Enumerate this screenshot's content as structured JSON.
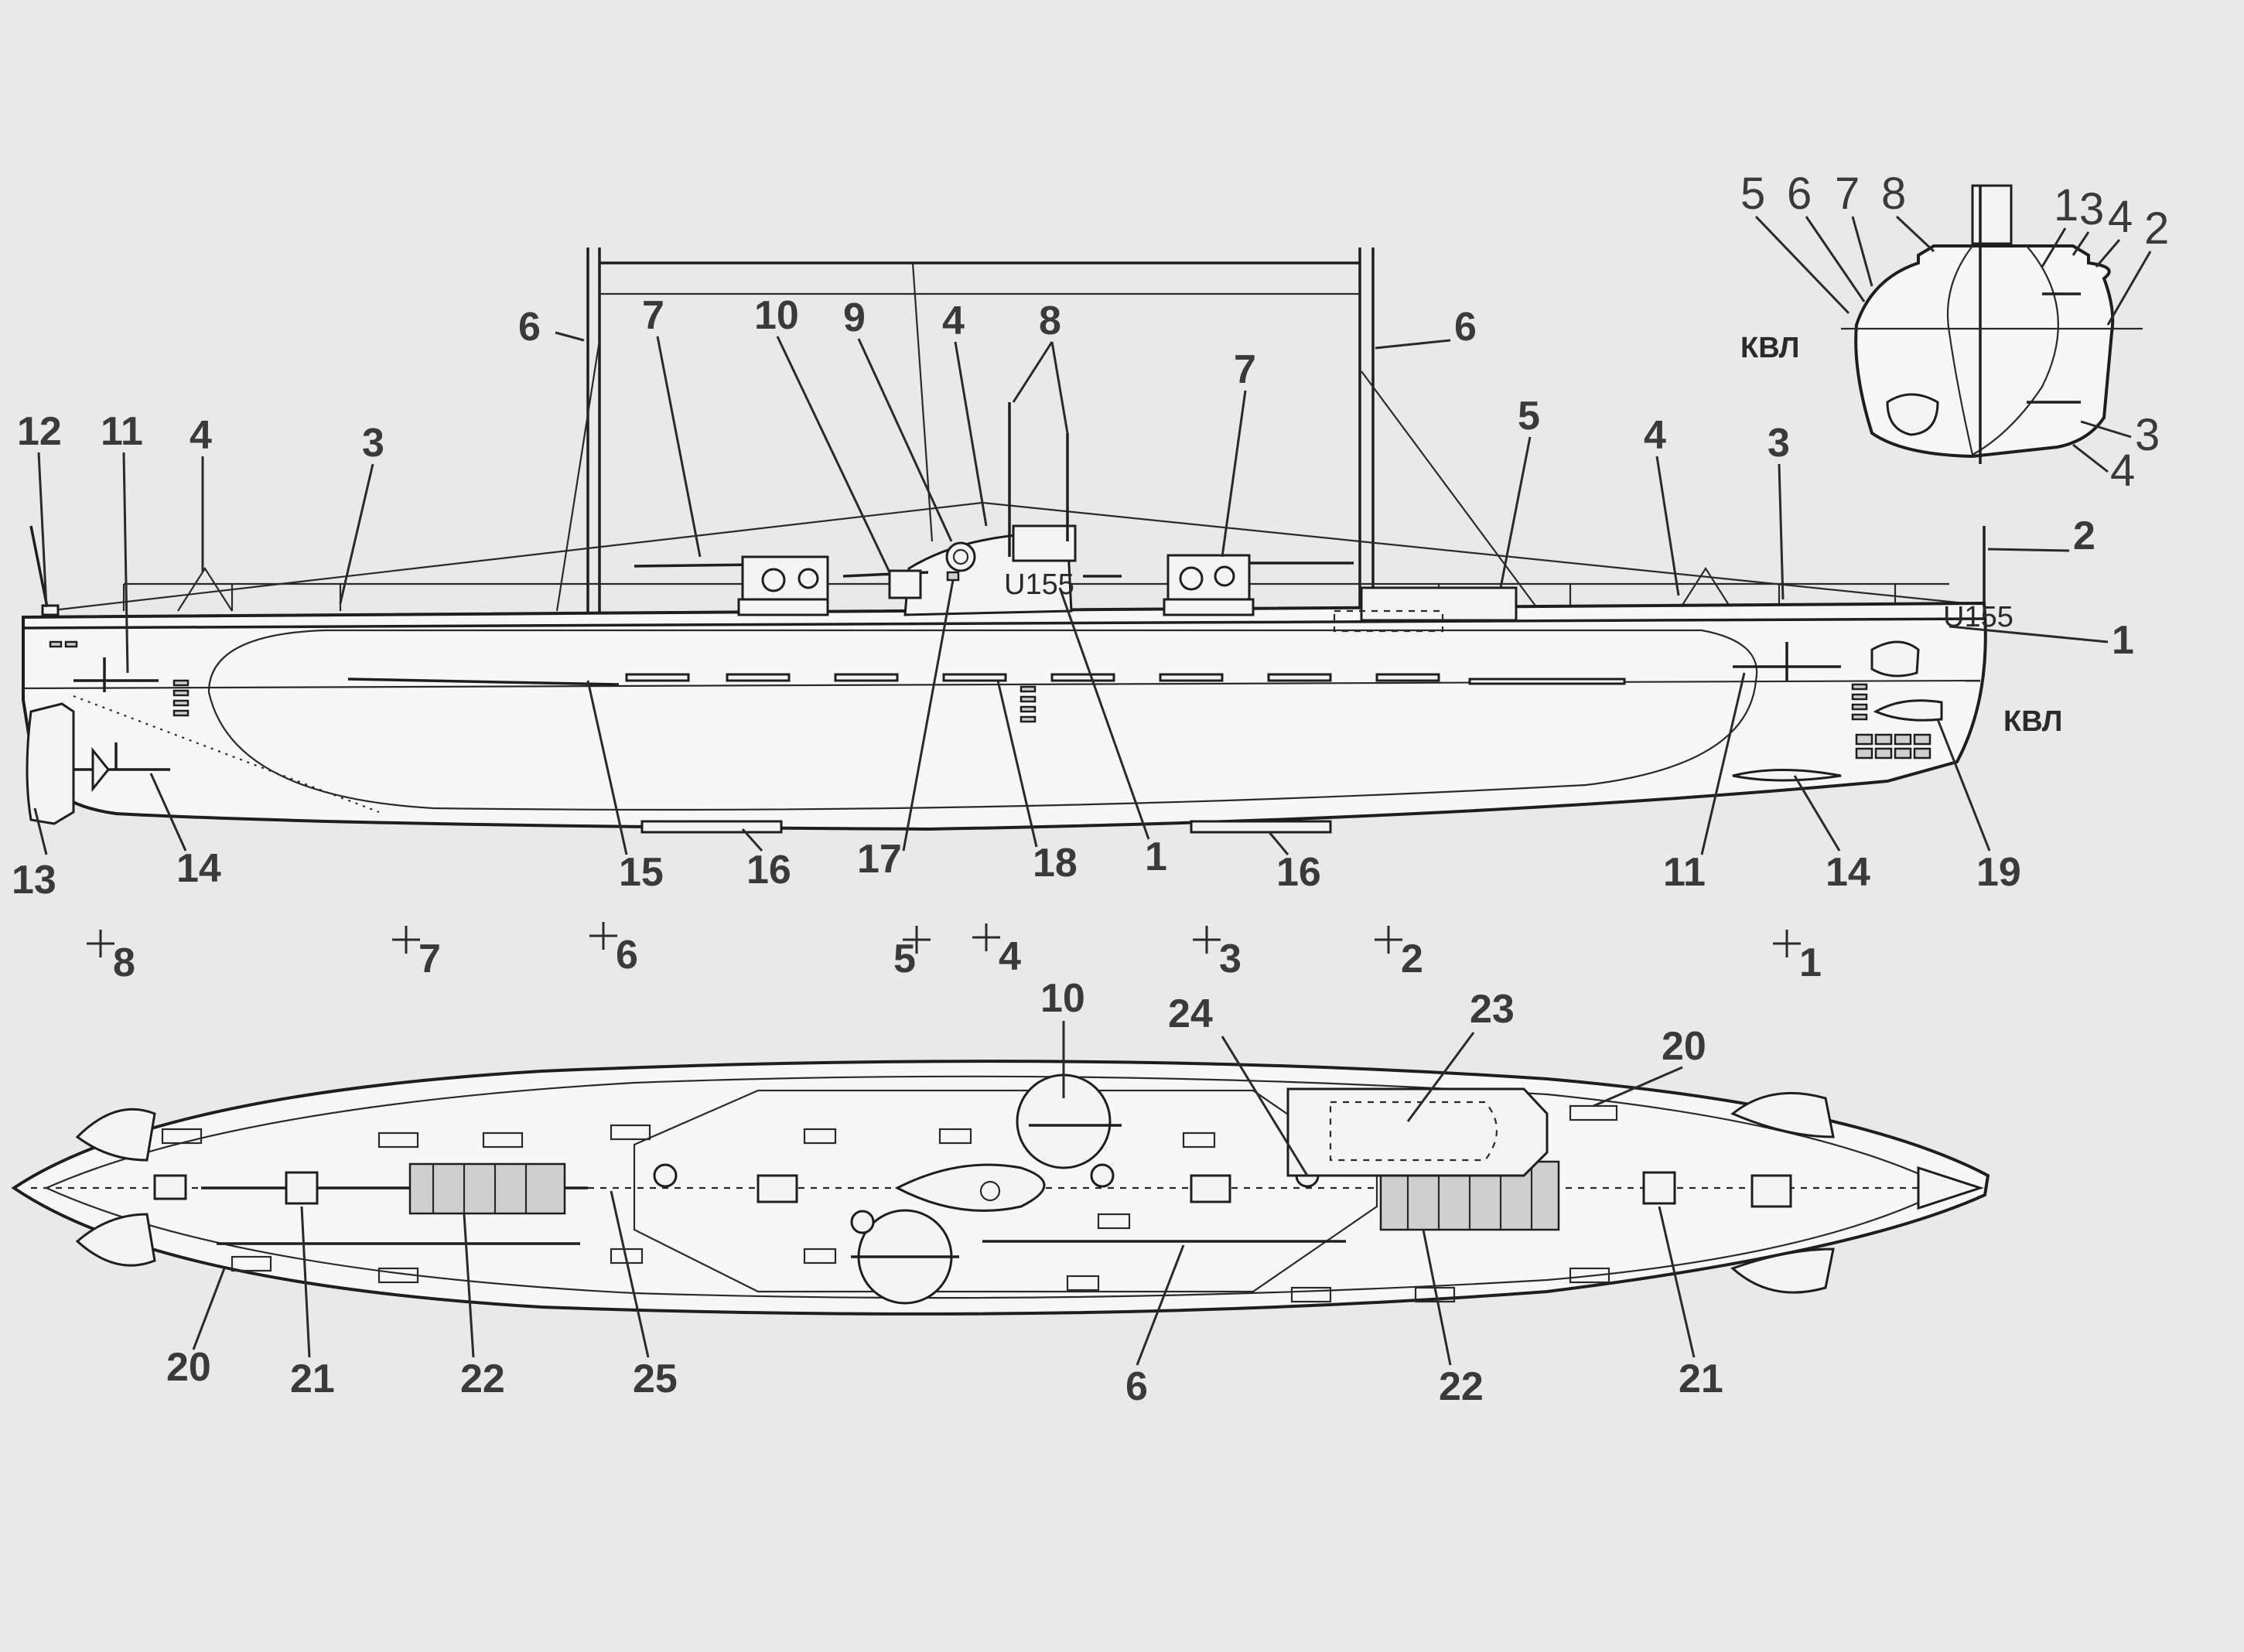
{
  "waterline_label": "КВЛ",
  "hull_number": "U155",
  "side_view": {
    "callouts": [
      "12",
      "11",
      "4",
      "3",
      "6",
      "7",
      "10",
      "9",
      "4",
      "8",
      "6",
      "7",
      "5",
      "4",
      "3",
      "2",
      "1",
      "13",
      "14",
      "15",
      "16",
      "17",
      "18",
      "1",
      "16",
      "11",
      "14",
      "19"
    ]
  },
  "frame_stations": [
    "8",
    "7",
    "6",
    "5",
    "4",
    "3",
    "2",
    "1"
  ],
  "plan_view": {
    "callouts": [
      "10",
      "24",
      "23",
      "20",
      "20",
      "21",
      "22",
      "25",
      "6",
      "22",
      "21"
    ]
  },
  "section_view": {
    "callouts": [
      "5",
      "6",
      "7",
      "8",
      "1",
      "3",
      "4",
      "2",
      "3",
      "4"
    ]
  }
}
